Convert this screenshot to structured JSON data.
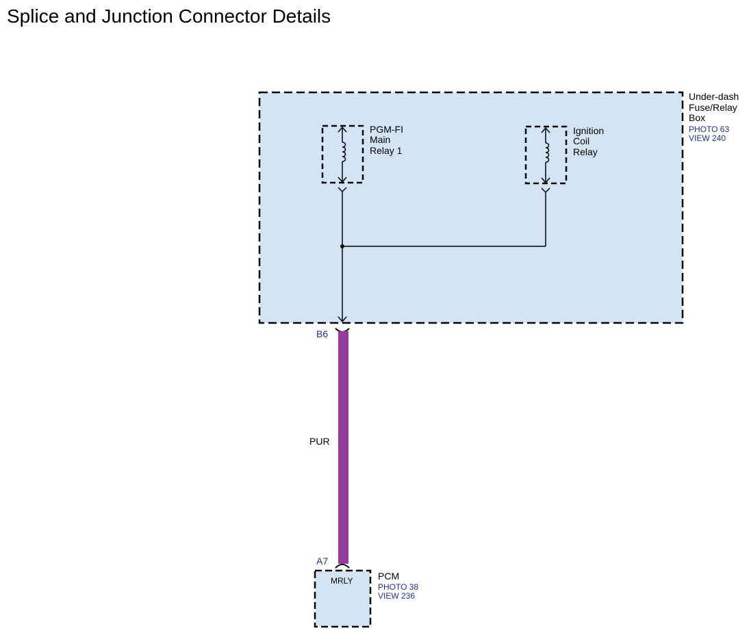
{
  "title": "Splice and Junction Connector Details",
  "colors": {
    "component_fill": "#d3e4f5",
    "wire_purple": "#923d9a",
    "reference_text": "#1f2f99",
    "line": "#000000"
  },
  "fuse_box": {
    "name_lines": [
      "Under-dash",
      "Fuse/Relay",
      "Box"
    ],
    "photo": "PHOTO 63",
    "view": "VIEW 240",
    "pin": "B6"
  },
  "relays": [
    {
      "name_lines": [
        "PGM-FI",
        "Main",
        "Relay 1"
      ],
      "symbol": "relay-coil-icon"
    },
    {
      "name_lines": [
        "Ignition",
        "Coil",
        "Relay"
      ],
      "symbol": "relay-coil-icon"
    }
  ],
  "wire": {
    "color_code": "PUR"
  },
  "pcm": {
    "name": "PCM",
    "photo": "PHOTO 38",
    "view": "VIEW 236",
    "pin": "A7",
    "terminal": "MRLY"
  }
}
